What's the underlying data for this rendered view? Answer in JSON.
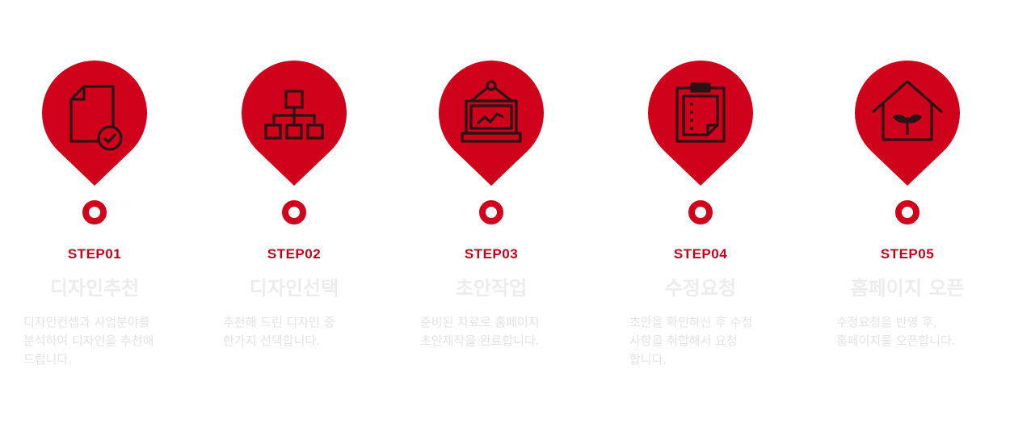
{
  "accent_color": "#d0021b",
  "steps": [
    {
      "label": "STEP01",
      "title": "디자인추천",
      "description": "디자인컨셉과 사업분야를\n분석하여 디자인을 추천해\n드립니다.",
      "icon": "document-check-icon"
    },
    {
      "label": "STEP02",
      "title": "디자인선택",
      "description": "추천해 드린 디자인 중\n한가지 선택합니다.",
      "icon": "sitemap-icon"
    },
    {
      "label": "STEP03",
      "title": "초안작업",
      "description": "준비된 자료로 홈페이지\n초안제작을 완료합니다.",
      "icon": "laptop-chart-icon"
    },
    {
      "label": "STEP04",
      "title": "수정요청",
      "description": "초안을 확인하신 후 수정\n사항을 취합해서 요청\n합니다.",
      "icon": "clipboard-icon"
    },
    {
      "label": "STEP05",
      "title": "홈페이지 오픈",
      "description": "수정요청을 반영 후,\n홈페이지를 오픈합니다.",
      "icon": "house-plant-icon"
    }
  ]
}
